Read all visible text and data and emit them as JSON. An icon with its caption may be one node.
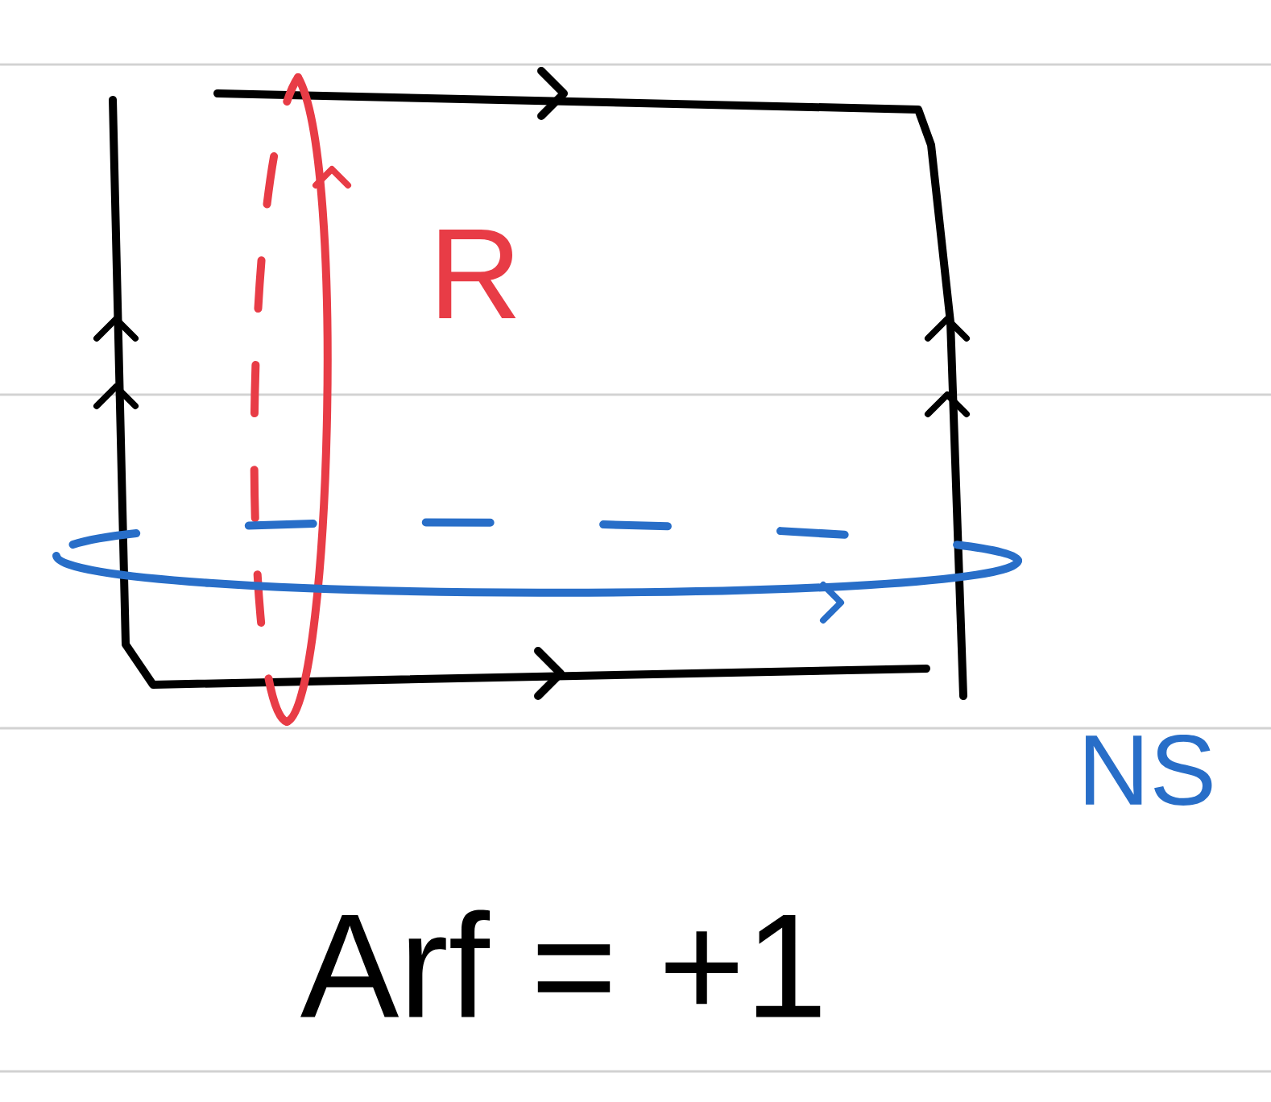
{
  "diagram": {
    "labels": [
      "R",
      "NS",
      "Arf = +1"
    ]
  }
}
